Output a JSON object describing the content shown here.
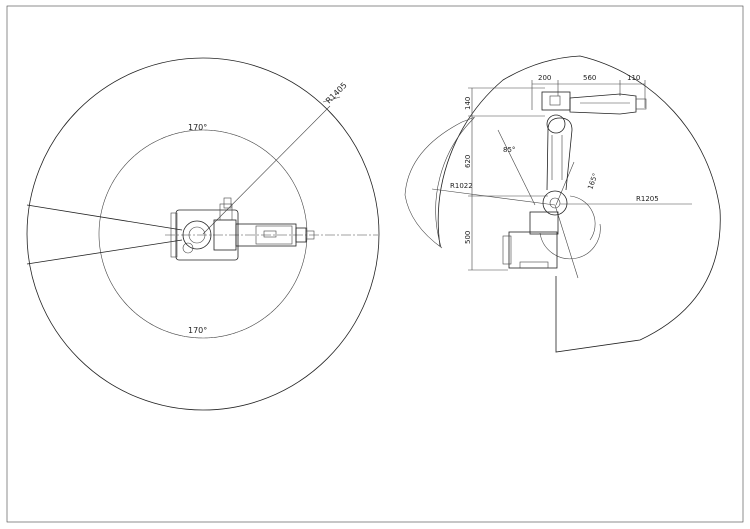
{
  "top_view": {
    "radius_label": "R1405",
    "angle_top_label": "170°",
    "angle_bottom_label": "170°"
  },
  "side_view": {
    "dim_200": "200",
    "dim_560": "560",
    "dim_110": "110",
    "dim_140": "140",
    "dim_620": "620",
    "dim_500": "500",
    "angle_85": "85°",
    "angle_165": "165°",
    "r1022": "R1022",
    "r1205": "R1205"
  }
}
